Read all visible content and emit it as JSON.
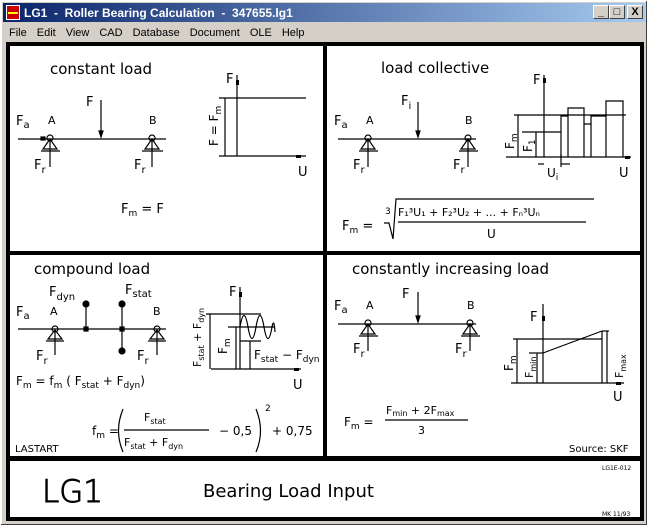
{
  "window": {
    "title": "LG1  -  Roller Bearing Calculation  -  347655.lg1",
    "buttons": {
      "minimize": "_",
      "maximize": "□",
      "close": "X"
    }
  },
  "menu": [
    "File",
    "Edit",
    "View",
    "CAD",
    "Database",
    "Document",
    "OLE",
    "Help"
  ],
  "panels": {
    "constant": {
      "title": "constant load",
      "labels": {
        "fa": "F",
        "fa_sub": "a",
        "a": "A",
        "b": "B",
        "f": "F",
        "fr": "F",
        "fr_sub": "r",
        "axis_f": "F",
        "axis_u": "U",
        "dim": "F = F",
        "dim_sub": "m"
      },
      "formula": "F",
      "formula_sub": "m",
      "formula_rhs": " = F"
    },
    "collective": {
      "title": "load collective",
      "labels": {
        "fa": "F",
        "fa_sub": "a",
        "a": "A",
        "b": "B",
        "fi": "F",
        "fi_sub": "i",
        "fr": "F",
        "fr_sub": "r",
        "axis_f": "F",
        "axis_u": "U",
        "fm": "F",
        "fm_sub": "m",
        "f1": "F",
        "f1_sub": "1",
        "ui": "U",
        "ui_sub": "i"
      },
      "formula_lhs": "F",
      "formula_lhs_sub": "m",
      "root_index": "3",
      "numerator": "F₁³U₁ + F₂³U₂ + ... + Fₙ³Uₙ",
      "denominator": "U"
    },
    "compound": {
      "title": "compound load",
      "labels": {
        "fa": "F",
        "fa_sub": "a",
        "a": "A",
        "b": "B",
        "fdyn": "F",
        "fdyn_sub": "dyn",
        "fstat": "F",
        "fstat_sub": "stat",
        "fr": "F",
        "fr_sub": "r",
        "axis_f": "F",
        "axis_u": "U",
        "sum": "F",
        "sum_sub1": "stat",
        "sum_plus": " + F",
        "sum_sub2": "dyn",
        "fm": "F",
        "fm_sub": "m",
        "diff": "F",
        "diff_sub1": "stat",
        "diff_minus": " − F",
        "diff_sub2": "dyn"
      },
      "formula1": "F  = f  ( F      + F   )",
      "formula1_parts": {
        "fm": "F",
        "fm_sub": "m",
        "eq": " =  f",
        "f_sub": "m",
        "open": "( F",
        "stat": "stat",
        "plus": "  +  F",
        "dyn": "dyn",
        "close": ")"
      },
      "formula2_parts": {
        "fm": "f",
        "fm_sub": "m",
        "eq": " =",
        "num": "F",
        "num_sub": "stat",
        "den": "F",
        "den_sub1": "stat",
        "den_plus": " +  F",
        "den_sub2": "dyn",
        "minus": "−  0,5",
        "exp": "2",
        "plus": "+  0,75"
      },
      "footer": "LASTART"
    },
    "increasing": {
      "title": "constantly increasing load",
      "labels": {
        "fa": "F",
        "fa_sub": "a",
        "a": "A",
        "b": "B",
        "f": "F",
        "fr": "F",
        "fr_sub": "r",
        "axis_f": "F",
        "axis_u": "U",
        "fm": "F",
        "fm_sub": "m",
        "fmin": "F",
        "fmin_sub": "min",
        "fmax": "F",
        "fmax_sub": "max"
      },
      "formula_parts": {
        "fm": "F",
        "fm_sub": "m",
        "eq": " =",
        "num": "F",
        "num_sub1": "min",
        "num_plus": " +  2F",
        "num_sub2": "max",
        "den": "3"
      },
      "source": "Source:  SKF"
    }
  },
  "footer": {
    "logo": "LG1",
    "title": "Bearing Load Input",
    "code": "LG1E-012",
    "author": "MK  11/93"
  }
}
